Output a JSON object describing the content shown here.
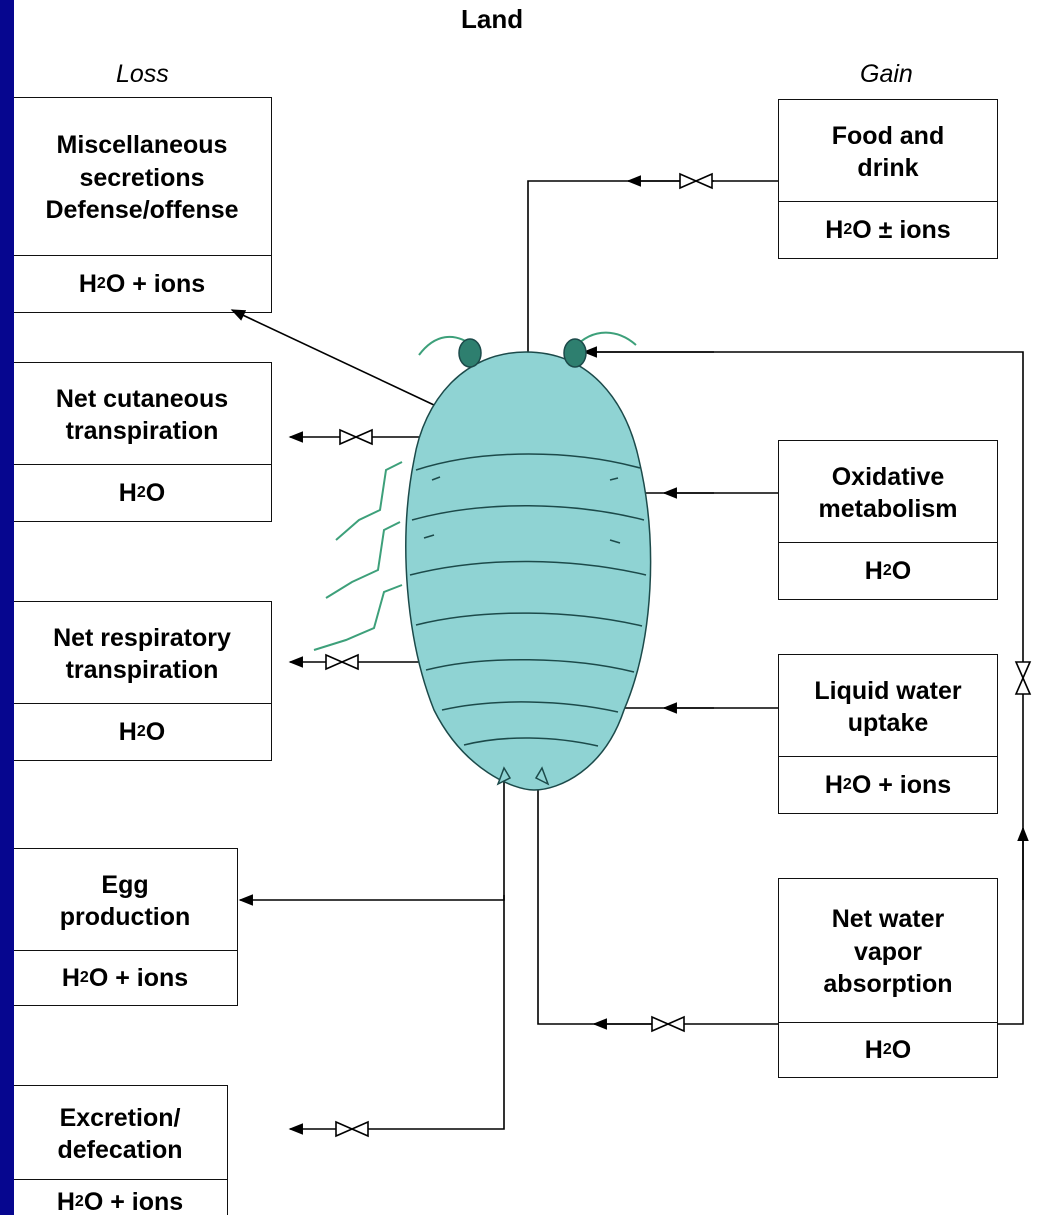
{
  "header": "Land",
  "loss_label": "Loss",
  "gain_label": "Gain",
  "boxes": {
    "misc": {
      "title": "Miscellaneous\nsecretions\nDefense/offense",
      "sub": "H2O + ions"
    },
    "cutaneous": {
      "title": "Net cutaneous\ntranspiration",
      "sub": "H2O"
    },
    "respiratory": {
      "title": "Net respiratory\ntranspiration",
      "sub": "H2O"
    },
    "egg": {
      "title": "Egg\nproduction",
      "sub": "H2O + ions"
    },
    "excretion": {
      "title": "Excretion/\ndefecation",
      "sub": "H2O + ions"
    },
    "food": {
      "title": "Food and\ndrink",
      "sub": "H2O ± ions"
    },
    "oxidative": {
      "title": "Oxidative\nmetabolism",
      "sub": "H2O"
    },
    "liquid": {
      "title": "Liquid water\nuptake",
      "sub": "H2O + ions"
    },
    "vapor": {
      "title": "Net water\nvapor\nabsorption",
      "sub": "H2O"
    }
  },
  "colors": {
    "background_frame": "#06068f",
    "isopod_fill": "#8fd3d3",
    "isopod_outline": "#1c4a4a",
    "eye": "#2e7f6f",
    "legs": "#3da07a"
  }
}
